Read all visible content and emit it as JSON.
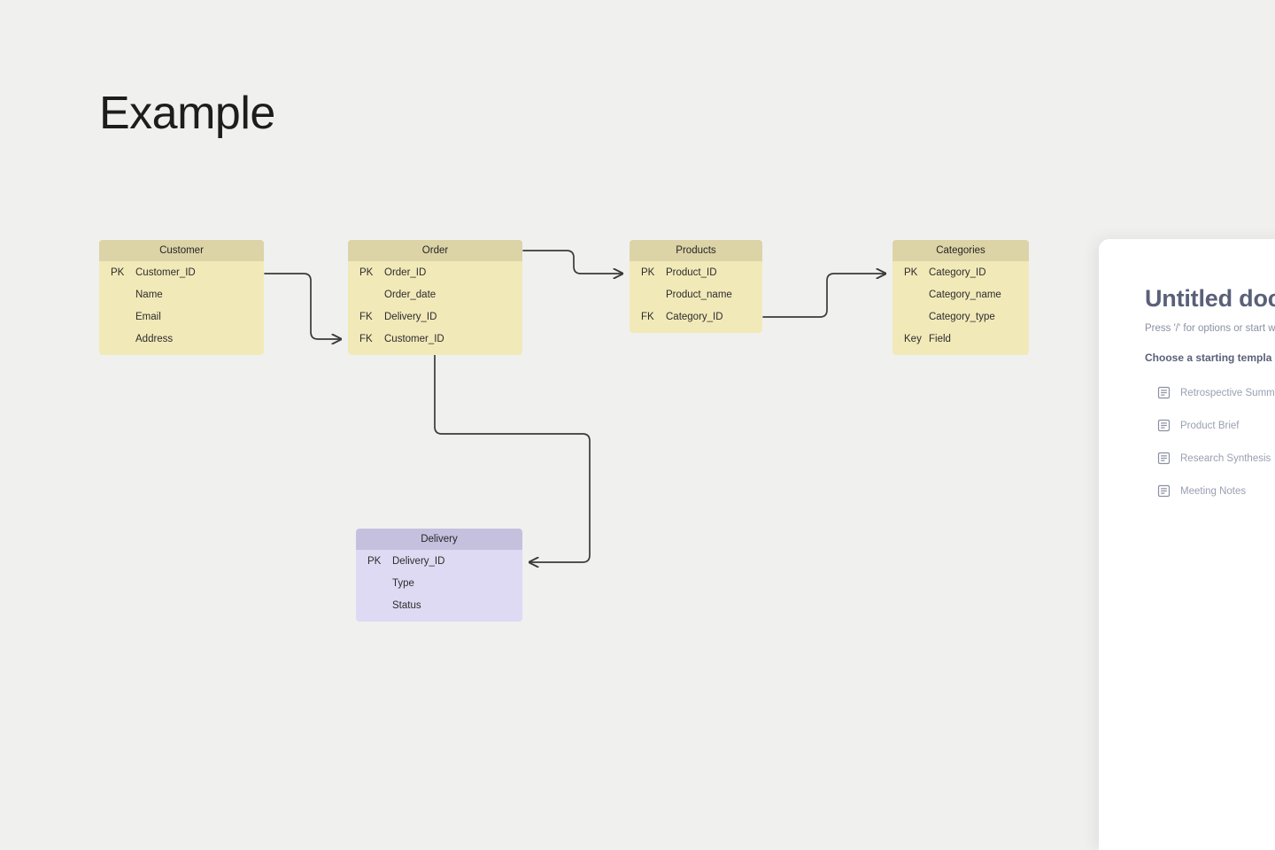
{
  "page": {
    "title": "Example",
    "background_color": "#f0f0ef"
  },
  "colors": {
    "entity_yellow_header": "#dcd3a6",
    "entity_yellow_body": "#f2e9b9",
    "entity_purple_header": "#c4c0de",
    "entity_purple_body": "#dedaf3",
    "connector_stroke": "#3a3a3a",
    "doc_heading": "#5a6078",
    "doc_muted": "#9a9fb1"
  },
  "diagram": {
    "entities": [
      {
        "id": "customer",
        "title": "Customer",
        "theme": "yellow",
        "rows": [
          {
            "key": "PK",
            "field": "Customer_ID"
          },
          {
            "key": "",
            "field": "Name"
          },
          {
            "key": "",
            "field": "Email"
          },
          {
            "key": "",
            "field": "Address"
          }
        ]
      },
      {
        "id": "order",
        "title": "Order",
        "theme": "yellow",
        "rows": [
          {
            "key": "PK",
            "field": "Order_ID"
          },
          {
            "key": "",
            "field": "Order_date"
          },
          {
            "key": "FK",
            "field": "Delivery_ID"
          },
          {
            "key": "FK",
            "field": "Customer_ID"
          }
        ]
      },
      {
        "id": "products",
        "title": "Products",
        "theme": "yellow",
        "rows": [
          {
            "key": "PK",
            "field": "Product_ID"
          },
          {
            "key": "",
            "field": "Product_name"
          },
          {
            "key": "FK",
            "field": "Category_ID"
          }
        ]
      },
      {
        "id": "categories",
        "title": "Categories",
        "theme": "yellow",
        "rows": [
          {
            "key": "PK",
            "field": "Category_ID"
          },
          {
            "key": "",
            "field": "Category_name"
          },
          {
            "key": "",
            "field": "Category_type"
          },
          {
            "key": "Key",
            "field": "Field"
          }
        ]
      },
      {
        "id": "delivery",
        "title": "Delivery",
        "theme": "purple",
        "rows": [
          {
            "key": "PK",
            "field": "Delivery_ID"
          },
          {
            "key": "",
            "field": "Type"
          },
          {
            "key": "",
            "field": "Status"
          }
        ]
      }
    ],
    "relationships": [
      {
        "from": "Customer.Customer_ID",
        "to": "Order.Customer_ID"
      },
      {
        "from": "Order",
        "to": "Products.Product_ID"
      },
      {
        "from": "Products.Category_ID",
        "to": "Categories.Category_ID"
      },
      {
        "from": "Order",
        "to": "Delivery.Delivery_ID"
      }
    ]
  },
  "doc_panel": {
    "title": "Untitled doc",
    "placeholder": "Press '/' for options or start w",
    "templates_heading": "Choose a starting templa",
    "templates": [
      {
        "label": "Retrospective Summar",
        "icon": "document-icon"
      },
      {
        "label": "Product Brief",
        "icon": "document-icon"
      },
      {
        "label": "Research Synthesis",
        "icon": "document-icon"
      },
      {
        "label": "Meeting Notes",
        "icon": "document-icon"
      }
    ]
  }
}
